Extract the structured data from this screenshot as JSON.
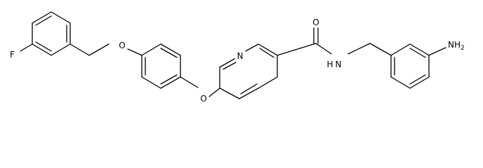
{
  "molecule": {
    "atoms": {
      "fluorine": "F",
      "ether_oxygen_1": "O",
      "ether_oxygen_2": "O",
      "pyridine_nitrogen": "N",
      "carbonyl_oxygen": "O",
      "amide_nitrogen": "N",
      "amide_hydrogen": "H",
      "amine_group": "NH"
    },
    "amine_subscript": "2"
  },
  "colors": {
    "bond": "#000000",
    "background": "#ffffff",
    "text": "#000000"
  }
}
